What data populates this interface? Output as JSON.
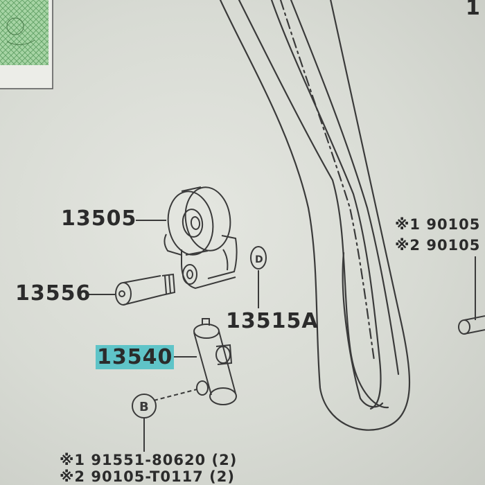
{
  "labels": {
    "tensioner_pulley": "13505",
    "bolt": "13556",
    "washer": "13515A",
    "tensioner": "13540",
    "bolt_ref_1": "※1 90105",
    "bolt_ref_2": "※2 90105",
    "part_ref_1": "※1 91551-80620 (2)",
    "part_ref_2": "※2 90105-T0117 (2)",
    "corner_partial": "1",
    "circle_d": "D",
    "circle_b": "B"
  },
  "colors": {
    "highlight": "#5fc4c8",
    "line": "#3a3a3a",
    "inset_fill": "#9fd19f"
  }
}
